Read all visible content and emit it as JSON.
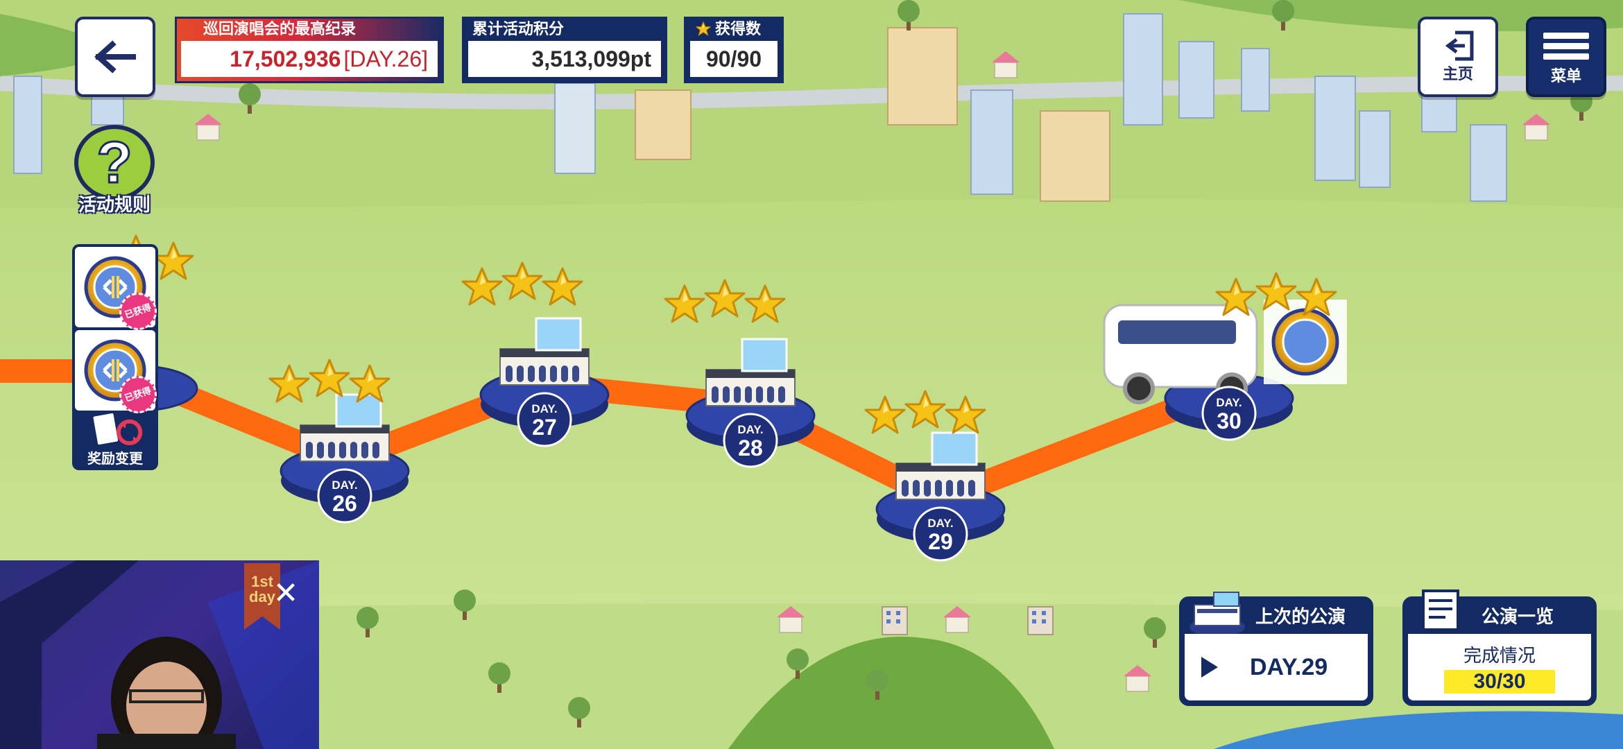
{
  "header": {
    "back_icon": "arrow-left-icon",
    "best_record": {
      "label": "巡回演唱会的最高纪录",
      "value": "17,502,936",
      "suffix": "[DAY.26]"
    },
    "total_points": {
      "label": "累计活动积分",
      "value": "3,513,099pt"
    },
    "stars_obtained": {
      "label": "获得数",
      "value": "90/90",
      "icon": "star-icon"
    },
    "home_label": "主页",
    "menu_label": "菜单"
  },
  "sidebar": {
    "rules_label": "活动规则",
    "rules_icon": "question-icon",
    "reward_obtained_label": "已获得",
    "reward_change_label": "奖励变更"
  },
  "map": {
    "stops": [
      {
        "day_prefix": "DAY.",
        "day": "26",
        "stars": 3
      },
      {
        "day_prefix": "DAY.",
        "day": "27",
        "stars": 3
      },
      {
        "day_prefix": "DAY.",
        "day": "28",
        "stars": 3
      },
      {
        "day_prefix": "DAY.",
        "day": "29",
        "stars": 3
      },
      {
        "day_prefix": "DAY.",
        "day": "30",
        "stars": 3,
        "current": true
      }
    ],
    "colors": {
      "road": "#ff6a10",
      "grass": "#c3dd88",
      "stage": "#2b3a8a",
      "star": "#f5c316"
    }
  },
  "last_show": {
    "title": "上次的公演",
    "day": "DAY.29"
  },
  "show_list": {
    "title": "公演一览",
    "status_label": "完成情况",
    "status_value": "30/30"
  },
  "video_overlay": {
    "banner": "1st day",
    "close_icon": "close-icon"
  }
}
